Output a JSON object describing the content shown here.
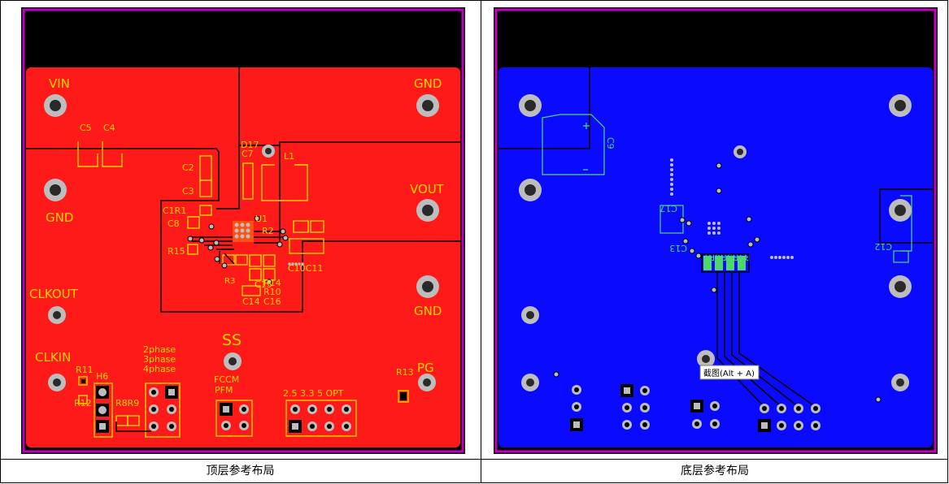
{
  "top_layer": {
    "caption": "顶层参考布局",
    "labels": {
      "vin": "VIN",
      "gnd_tr": "GND",
      "gnd_l": "GND",
      "vout": "VOUT",
      "gnd_r": "GND",
      "clkout": "CLKOUT",
      "clkin": "CLKIN",
      "ss": "SS",
      "pg": "PG",
      "c5": "C5",
      "c4": "C4",
      "d17": "D17",
      "c7": "C7",
      "l1": "L1",
      "c2": "C2",
      "c3": "C3",
      "c1r1": "C1R1",
      "u1": "U1",
      "c8": "C8",
      "r2": "R2",
      "r15": "R15",
      "c10c11": "C10C11",
      "c15": "C15",
      "r14": "R14",
      "r10": "R10",
      "r3": "R3",
      "c14": "C14",
      "c16": "C16",
      "r11": "R11",
      "h6": "H6",
      "r12": "R12",
      "r8r9": "R8R9",
      "phase2": "2phase",
      "phase3": "3phase",
      "phase4": "4phase",
      "fccm": "FCCM",
      "pfm": "PFM",
      "r13": "R13",
      "opt": "2.5 3.3 5 OPT"
    },
    "colors": {
      "copper": "#ff1a1a",
      "silk": "#ffd400",
      "outline": "#c000c0",
      "black": "#000000"
    }
  },
  "bottom_layer": {
    "caption": "底层参考布局",
    "labels": {
      "c9": "C9",
      "c17": "C17",
      "c13": "C13",
      "c12": "C12",
      "r_group": "R4R5R6R7",
      "tooltip": "截图(Alt + A)"
    },
    "colors": {
      "copper": "#0a0aff",
      "silk": "#4dd96a",
      "outline": "#c000c0",
      "black": "#000000"
    }
  }
}
